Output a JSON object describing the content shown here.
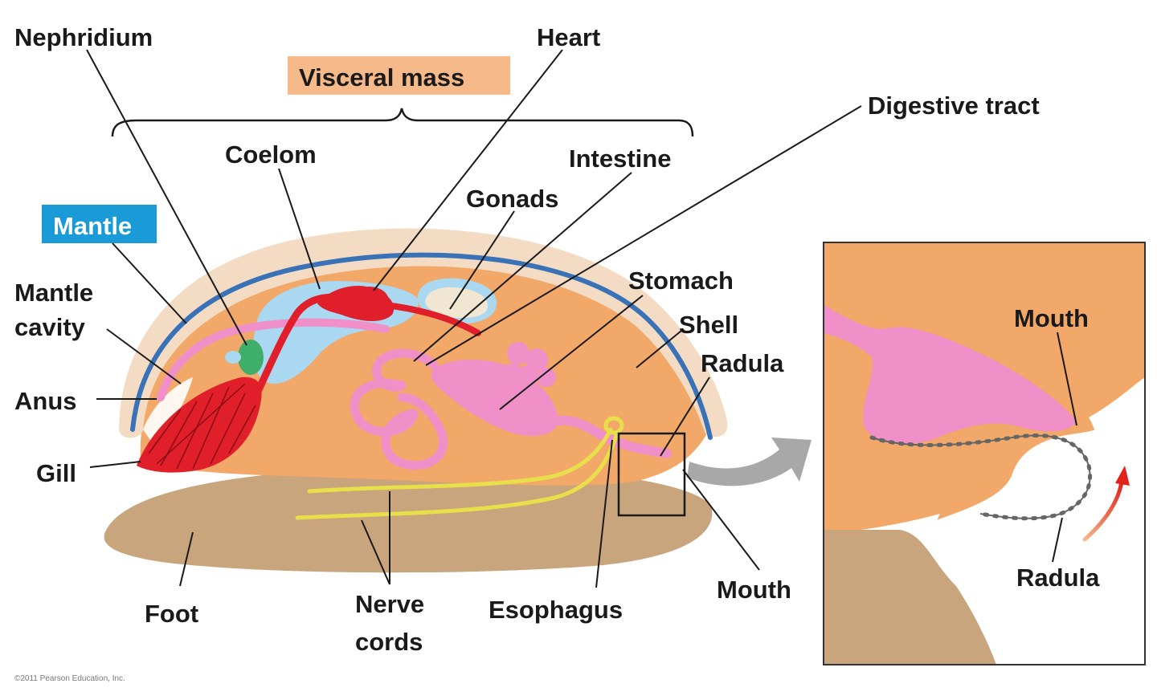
{
  "labels": {
    "nephridium": "Nephridium",
    "heart": "Heart",
    "visceral_mass": "Visceral mass",
    "digestive_tract": "Digestive tract",
    "coelom": "Coelom",
    "intestine": "Intestine",
    "gonads": "Gonads",
    "mantle": "Mantle",
    "mantle_cavity_1": "Mantle",
    "mantle_cavity_2": "cavity",
    "stomach": "Stomach",
    "shell": "Shell",
    "radula": "Radula",
    "anus": "Anus",
    "gill": "Gill",
    "foot": "Foot",
    "nerve_cords_1": "Nerve",
    "nerve_cords_2": "cords",
    "esophagus": "Esophagus",
    "mouth": "Mouth",
    "inset_mouth": "Mouth",
    "inset_radula": "Radula"
  },
  "credit": "©2011 Pearson Education, Inc.",
  "colors": {
    "shell": "#f3dcc3",
    "mantle_line": "#3a72b8",
    "body": "#f2a868",
    "foot": "#c8a57c",
    "coelom": "#a9d8f0",
    "red_organs": "#e01f2a",
    "pink_tract": "#f08fc8",
    "nerve": "#e8e04a",
    "nephridium": "#3fae6a",
    "mantle_box": "#1a9ad6",
    "visceral_box": "#f6b98a",
    "arrow_gray": "#a8a8a8",
    "arrow_red": "#e2231a"
  }
}
